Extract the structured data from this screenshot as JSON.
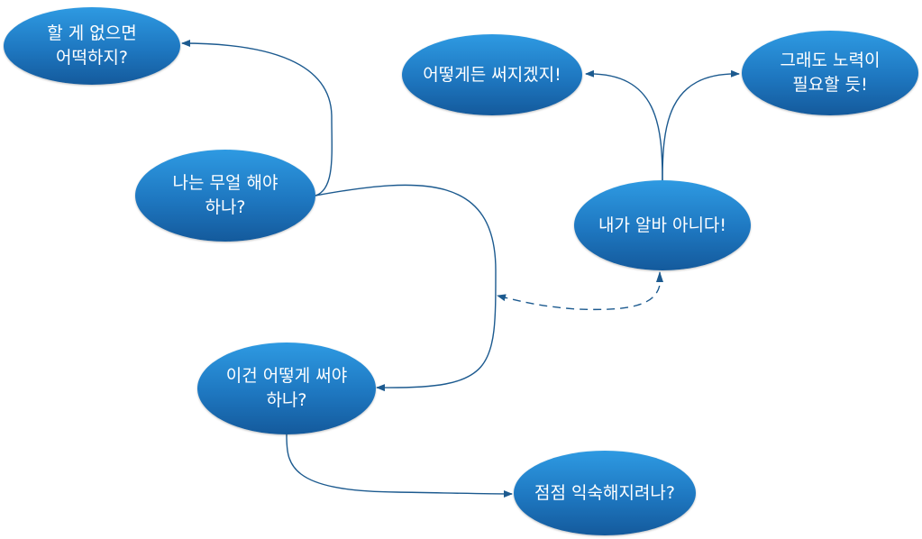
{
  "nodes": {
    "what_if_nothing": {
      "lines": [
        "할 게 없으면",
        "어떡하지?"
      ]
    },
    "use_somehow": {
      "lines": [
        "어떻게든 써지겠지!"
      ]
    },
    "effort_needed": {
      "lines": [
        "그래도 노력이",
        "필요할 듯!"
      ]
    },
    "what_to_do": {
      "lines": [
        "나는 무얼 해야",
        "하나?"
      ]
    },
    "not_part_time": {
      "lines": [
        "내가 알바 아니다!"
      ]
    },
    "how_to_use": {
      "lines": [
        "이건 어떻게 써야",
        "하나?"
      ]
    },
    "get_used": {
      "lines": [
        "점점 익숙해지려나?"
      ]
    }
  },
  "colors": {
    "node_top": "#2e9ae2",
    "node_bottom": "#145a9c",
    "edge": "#1c5a8f",
    "text": "#ffffff"
  }
}
